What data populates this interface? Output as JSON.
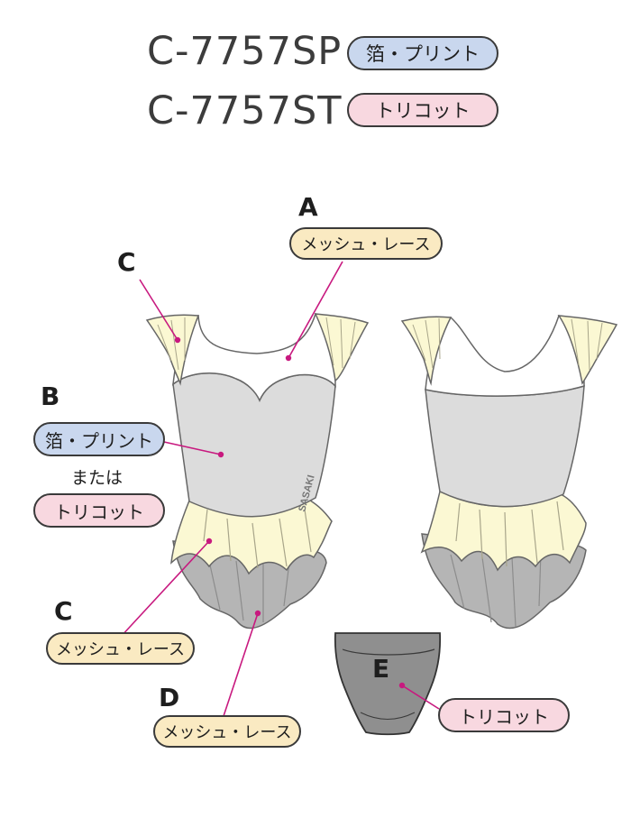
{
  "header": {
    "row1": {
      "code": "C-7757SP",
      "tag": "箔・プリント"
    },
    "row2": {
      "code": "C-7757ST",
      "tag": "トリコット"
    }
  },
  "callouts": {
    "A": {
      "letter": "A",
      "label": "メッシュ・レース"
    },
    "C_top": {
      "letter": "C"
    },
    "B": {
      "letter": "B",
      "label": "箔・プリント",
      "or_text": "または",
      "label2": "トリコット"
    },
    "C_bottom": {
      "letter": "C",
      "label": "メッシュ・レース"
    },
    "D": {
      "letter": "D",
      "label": "メッシュ・レース"
    },
    "E": {
      "letter": "E",
      "label": "トリコット"
    }
  },
  "colors": {
    "foil_blue": "#c9d7ee",
    "tricot_pink": "#f8d8e0",
    "mesh_cream": "#faeac2",
    "leader_magenta": "#c8197f",
    "body_gray": "#dcdcdc",
    "skirt_yellow": "#fbf8d3",
    "skirt_gray": "#b5b5b5",
    "brief_gray": "#8f8f8f"
  }
}
